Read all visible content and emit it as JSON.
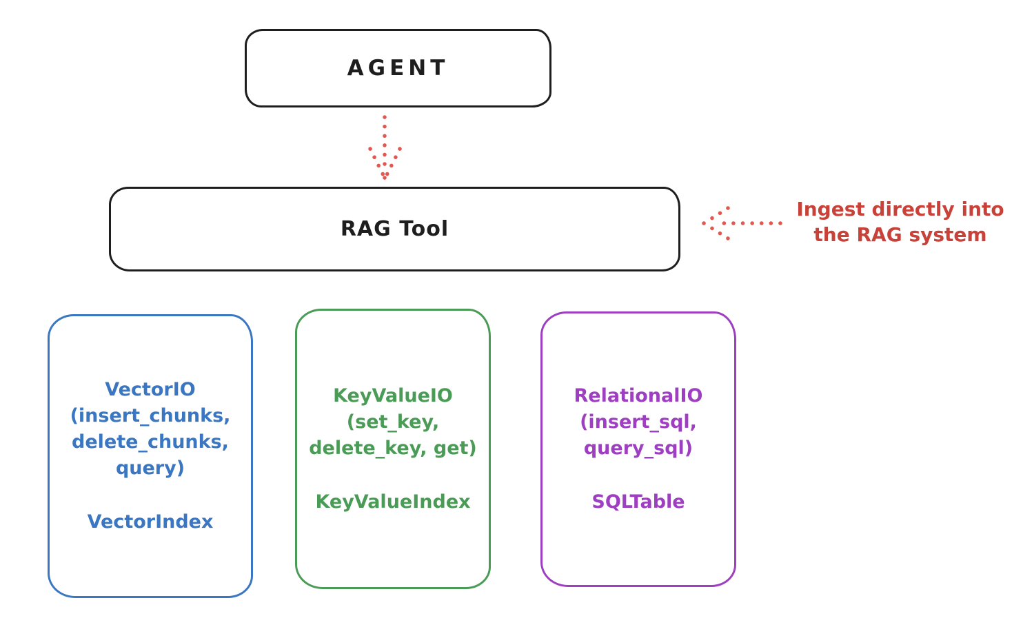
{
  "agent_box": {
    "label": "AGENT"
  },
  "rag_tool_box": {
    "label": "RAG Tool"
  },
  "annotation": {
    "line1": "Ingest directly into",
    "line2": "the RAG system"
  },
  "io_boxes": [
    {
      "id": "vector",
      "color": "#3a76c1",
      "lines": [
        "VectorIO",
        "(insert_chunks,",
        "delete_chunks,",
        "query)"
      ],
      "index_label": "VectorIndex"
    },
    {
      "id": "keyvalue",
      "color": "#4a9b55",
      "lines": [
        "KeyValueIO",
        "(set_key,",
        "delete_key, get)"
      ],
      "index_label": "KeyValueIndex"
    },
    {
      "id": "relational",
      "color": "#9d3fc0",
      "lines": [
        "RelationalIO",
        "(insert_sql,",
        "query_sql)"
      ],
      "index_label": "SQLTable"
    }
  ],
  "colors": {
    "ink": "#1e1e1e",
    "arrow_red": "#e0584f",
    "annotation_red": "#c8423a",
    "background": "#ffffff"
  }
}
